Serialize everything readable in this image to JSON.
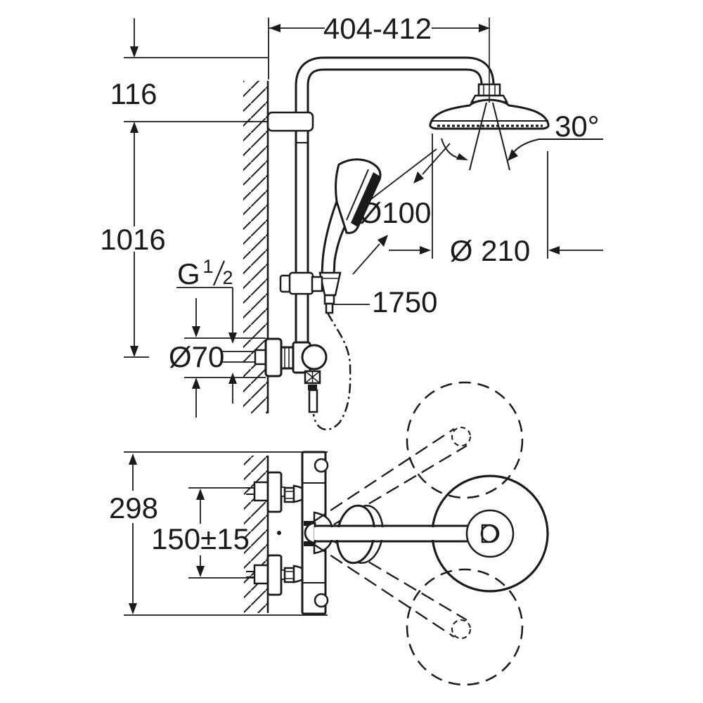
{
  "colors": {
    "background": "#ffffff",
    "ink": "#1a1a1a"
  },
  "labels": {
    "width_range": "404-412",
    "top_offset": "116",
    "rail_height": "1016",
    "swivel_angle": "30°",
    "hand_shower_dia": "Ø100",
    "head_shower_dia": "Ø 210",
    "hose_length": "1750",
    "thread_g": "G",
    "thread_num": "1",
    "thread_den": "2",
    "rosette_dia": "Ø70",
    "body_width": "298",
    "supply_span": "150±15"
  }
}
